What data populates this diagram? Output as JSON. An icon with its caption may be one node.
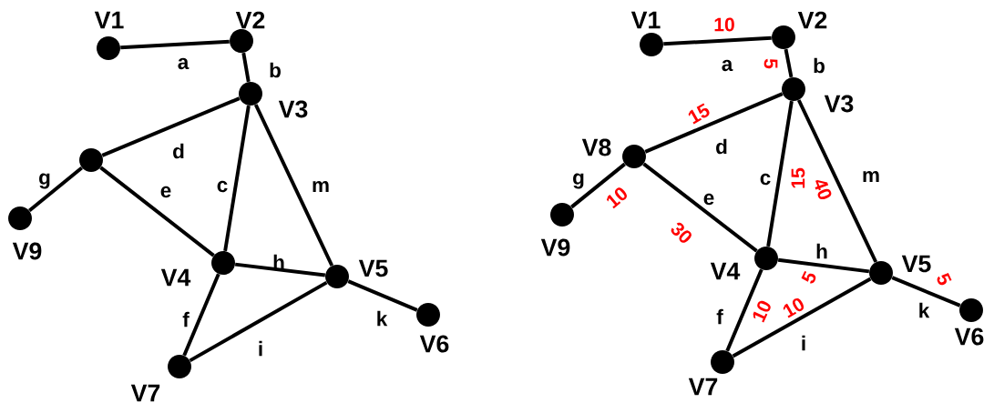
{
  "diagram": {
    "nodes": [
      {
        "text": [],
        "shape": "circle",
        "beside": [
          "V1"
        ]
      },
      {
        "text": [],
        "shape": "circle",
        "beside": [
          "V2"
        ]
      },
      {
        "text": [],
        "shape": "circle",
        "beside": [
          "V3"
        ]
      },
      {
        "text": [],
        "shape": "circle"
      },
      {
        "text": [],
        "shape": "circle",
        "beside": [
          "V9"
        ]
      },
      {
        "text": [],
        "shape": "circle",
        "beside": [
          "V4"
        ]
      },
      {
        "text": [],
        "shape": "circle",
        "beside": [
          "V5"
        ]
      },
      {
        "text": [],
        "shape": "circle",
        "beside": [
          "V6"
        ]
      },
      {
        "text": [],
        "shape": "circle",
        "beside": [
          "V7"
        ]
      },
      {
        "text": [],
        "shape": "circle",
        "beside": [
          "V1"
        ]
      },
      {
        "text": [],
        "shape": "circle",
        "beside": [
          "V2"
        ]
      },
      {
        "text": [],
        "shape": "circle",
        "beside": [
          "V3"
        ]
      },
      {
        "text": [],
        "shape": "circle",
        "beside": [
          "V8"
        ]
      },
      {
        "text": [],
        "shape": "circle",
        "beside": [
          "V9"
        ]
      },
      {
        "text": [],
        "shape": "circle",
        "beside": [
          "V4"
        ]
      },
      {
        "text": [],
        "shape": "circle",
        "beside": [
          "V5"
        ]
      },
      {
        "text": [],
        "shape": "circle",
        "beside": [
          "V6"
        ]
      },
      {
        "text": [],
        "shape": "circle",
        "beside": [
          "V7"
        ]
      }
    ],
    "edges": [
      {
        "from": 0,
        "to": 1,
        "arrow": "none",
        "label": "a"
      },
      {
        "from": 1,
        "to": 2,
        "arrow": "none",
        "label": "b"
      },
      {
        "from": 3,
        "to": 2,
        "arrow": "none",
        "label": "d"
      },
      {
        "from": 2,
        "to": 5,
        "arrow": "none",
        "label": "c"
      },
      {
        "from": 3,
        "to": 5,
        "arrow": "none",
        "label": "e"
      },
      {
        "from": 2,
        "to": 6,
        "arrow": "none",
        "label": "m"
      },
      {
        "from": 3,
        "to": 4,
        "arrow": "none",
        "label": "g"
      },
      {
        "from": 5,
        "to": 6,
        "arrow": "none",
        "label": "h"
      },
      {
        "from": 5,
        "to": 8,
        "arrow": "none",
        "label": "f"
      },
      {
        "from": 6,
        "to": 7,
        "arrow": "none",
        "label": "k"
      },
      {
        "from": 8,
        "to": 6,
        "arrow": "none",
        "label": "i"
      },
      {
        "from": 9,
        "to": 10,
        "arrow": "none",
        "label": "a"
      },
      {
        "from": 10,
        "to": 11,
        "arrow": "none",
        "label": "b"
      },
      {
        "from": 12,
        "to": 11,
        "arrow": "none",
        "label": "d"
      },
      {
        "from": 11,
        "to": 14,
        "arrow": "none",
        "label": "c"
      },
      {
        "from": 12,
        "to": 14,
        "arrow": "none",
        "label": "e"
      },
      {
        "from": 11,
        "to": 15,
        "arrow": "none",
        "label": "m"
      },
      {
        "from": 12,
        "to": 13,
        "arrow": "none",
        "label": "g"
      },
      {
        "from": 14,
        "to": 15,
        "arrow": "none",
        "label": "h"
      },
      {
        "from": 14,
        "to": 17,
        "arrow": "none",
        "label": "f"
      },
      {
        "from": 15,
        "to": 16,
        "arrow": "none",
        "label": "k"
      },
      {
        "from": 17,
        "to": 15,
        "arrow": "none",
        "label": "i"
      }
    ],
    "labels": [
      "10",
      "5",
      "15",
      "10",
      "30",
      "15",
      "40",
      "5",
      "10",
      "10",
      "5"
    ]
  }
}
